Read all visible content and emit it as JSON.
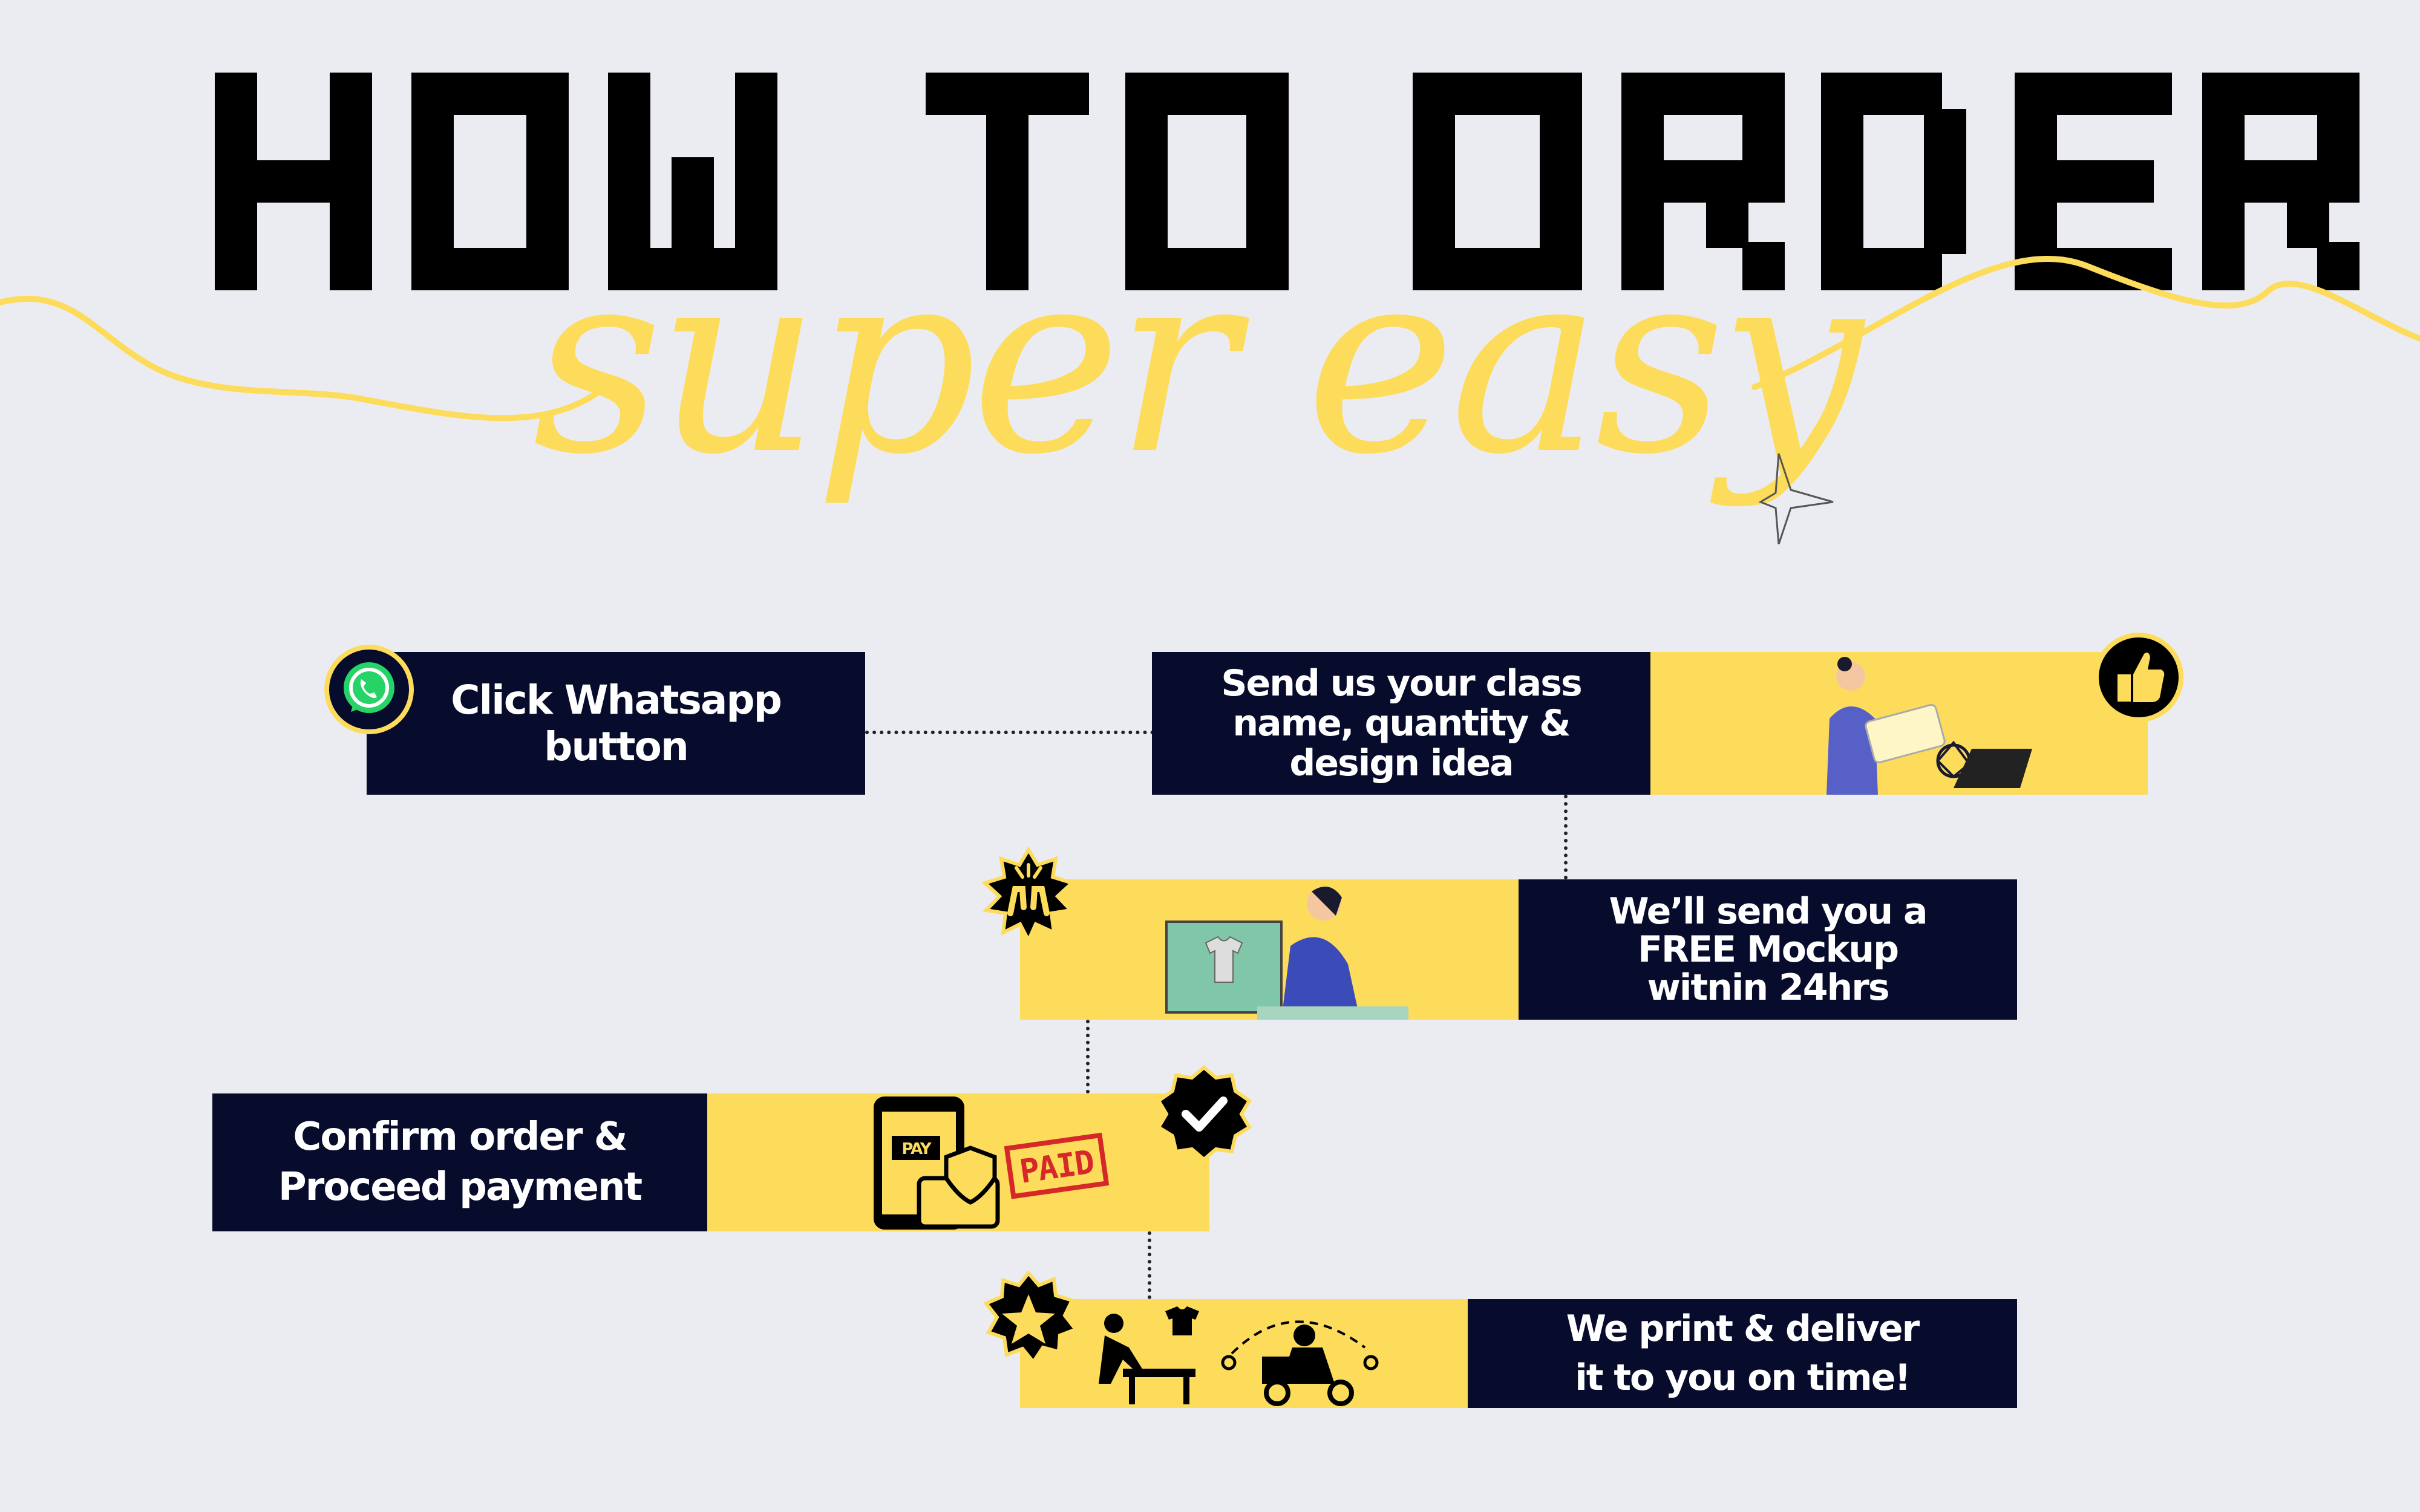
{
  "title": "HOW TO ORDER",
  "subtitle": "super easy",
  "colors": {
    "background": "#ebecf1",
    "navy": "#070b2c",
    "yellow": "#fddc5c",
    "black": "#000000",
    "whatsapp_green": "#25d366"
  },
  "steps": [
    {
      "text_line1": "Click Whatsapp",
      "text_line2": "button",
      "icon": "whatsapp-icon"
    },
    {
      "text_line1": "Send us your class",
      "text_line2": "name, quantity &",
      "text_line3": "design idea",
      "icon": "thumbs-up-icon",
      "illustration": "woman-with-tablet-illustration"
    },
    {
      "text_line1": "We’ll send you a",
      "text_line2": "FREE Mockup",
      "text_line3": "witnin 24hrs",
      "icon": "celebrate-hands-icon",
      "illustration": "designer-at-monitor-illustration"
    },
    {
      "text_line1": "Confirm order &",
      "text_line2": "Proceed payment",
      "icon": "check-badge-icon",
      "illustration": "phone-payment-illustration",
      "stamp": "PAID",
      "phone_label": "PAY"
    },
    {
      "text_line1": "We print & deliver",
      "text_line2": "it to you on time!",
      "icon": "star-badge-icon",
      "illustration": "print-and-delivery-illustration"
    }
  ]
}
